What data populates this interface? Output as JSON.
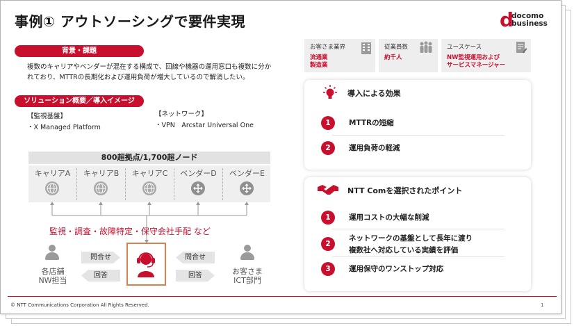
{
  "title": "事例① アウトソーシングで要件実現",
  "logo": {
    "mark": "d",
    "line1": "docomo",
    "line2": "business"
  },
  "background": {
    "label": "背景・課題",
    "text": "複数のキャリアやベンダーが混在する構成で、回線や機器の運用窓口も複数に分かれており、MTTRの長期化および運用負荷が増大しているので解消したい。"
  },
  "solution": {
    "label": "ソリューション概要／導入イメージ",
    "monitor_heading": "【監視基盤】",
    "monitor_item": "・X Managed Platform",
    "network_heading": "【ネットワーク】",
    "network_item": "・VPN　Arcstar Universal One"
  },
  "diagram": {
    "node_count": "800超拠点/1,700超ノード",
    "carriers": [
      {
        "label": "キャリアA",
        "icon": "globe-icon"
      },
      {
        "label": "キャリアB",
        "icon": "globe-icon"
      },
      {
        "label": "キャリアC",
        "icon": "globe-icon"
      },
      {
        "label": "ベンダーD",
        "icon": "router-icon"
      },
      {
        "label": "ベンダーE",
        "icon": "router-icon"
      }
    ],
    "tasks": "監視・調査・故障特定・保守会社手配 など",
    "left_person": "各店舗\nNW担当",
    "right_person": "お客さま\nICT部門",
    "inquiry_left": "問合せ",
    "answer_left": "回答",
    "inquiry_right": "問合せ",
    "answer_right": "回答"
  },
  "info": {
    "industry_label": "お客さま業界",
    "industry_value": "流通業\n製造業",
    "employees_label": "従業員数",
    "employees_value": "約千人",
    "usecase_label": "ユースケース",
    "usecase_value": "NW監視運用および\nサービスマネージャー"
  },
  "effects": {
    "title": "導入による効果",
    "items": [
      {
        "num": "1",
        "text": "MTTRの短縮"
      },
      {
        "num": "2",
        "text": "運用負荷の軽減"
      }
    ]
  },
  "points": {
    "title": "NTT Comを選択されたポイント",
    "items": [
      {
        "num": "1",
        "text": "運用コストの大幅な削減"
      },
      {
        "num": "2",
        "text": "ネットワークの基盤として長年に渡り\n複数社へ対応している実績を評価"
      },
      {
        "num": "3",
        "text": "運用保守のワンストップ対応"
      }
    ]
  },
  "footer": {
    "copyright": "© NTT Communications Corporation All Rights Reserved.",
    "page": "1"
  },
  "colors": {
    "accent": "#c8102e",
    "operator_border": "#d9804f",
    "gray": "#9a9a9a"
  }
}
